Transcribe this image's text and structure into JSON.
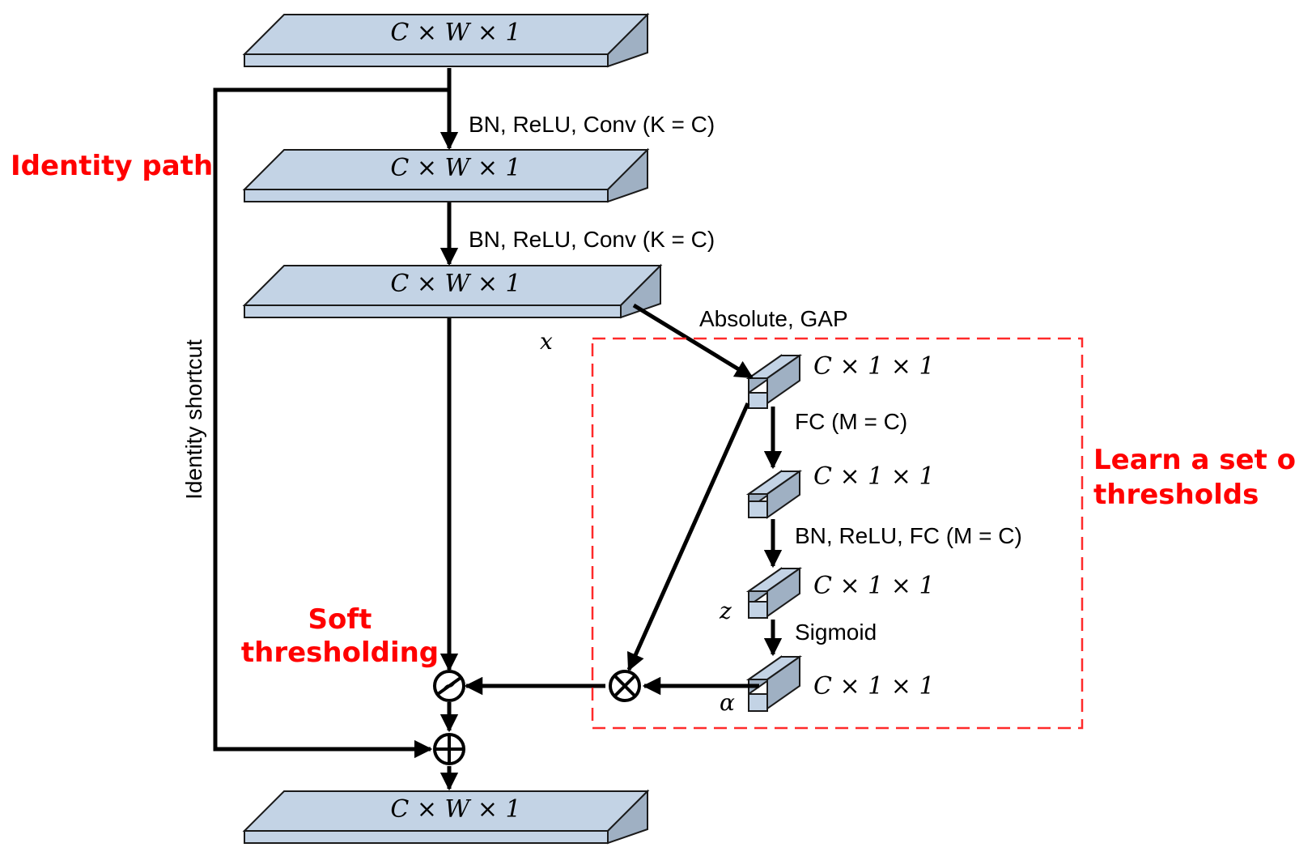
{
  "colors": {
    "block_face": "#c3d3e5",
    "block_side": "#9fb0c3",
    "block_edge": "#1a1a1a",
    "arrow": "#000000",
    "highlight": "#ff0000"
  },
  "blocks": {
    "input": "C × W × 1",
    "conv1_out": "C × W × 1",
    "conv2_out": "C × W × 1",
    "output": "C × W × 1",
    "gap_out": "C × 1 × 1",
    "fc1_out": "C × 1 × 1",
    "fc2_out": "C × 1 × 1",
    "sigmoid_out": "C × 1 × 1"
  },
  "operations": {
    "conv1": "BN, ReLU, Conv (K = C)",
    "conv2": "BN, ReLU, Conv (K = C)",
    "abs_gap": "Absolute, GAP",
    "fc1": "FC (M = C)",
    "fc2": "BN, ReLU, FC (M = C)",
    "sigmoid": "Sigmoid"
  },
  "variables": {
    "x": "x",
    "z": "z",
    "alpha": "α"
  },
  "annotations": {
    "identity_path": "Identity path",
    "identity_shortcut": "Identity shortcut",
    "soft_thresholding_line1": "Soft",
    "soft_thresholding_line2": "thresholding",
    "learn_thresholds_line1": "Learn a set of",
    "learn_thresholds_line2": "thresholds"
  },
  "operators": {
    "soft_threshold_icon": "soft-threshold-icon",
    "multiply_icon": "multiply-icon",
    "add_icon": "add-icon"
  }
}
